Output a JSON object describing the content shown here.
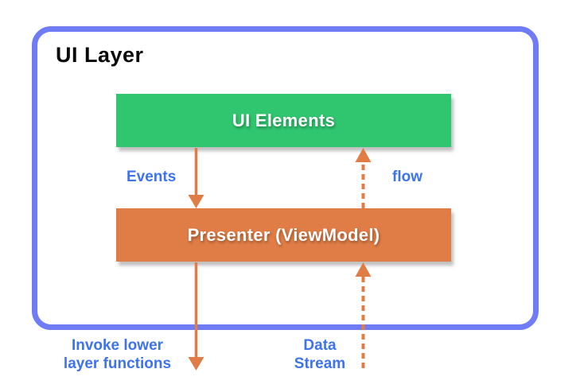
{
  "diagram": {
    "title": "UI Layer",
    "nodes": [
      {
        "id": "ui-elements",
        "label": "UI Elements",
        "fill": "#30c56f"
      },
      {
        "id": "presenter",
        "label": "Presenter (ViewModel)",
        "fill": "#e07c45"
      }
    ],
    "edges": [
      {
        "id": "events",
        "label": "Events",
        "style": "solid",
        "direction": "down",
        "from": "ui-elements",
        "to": "presenter"
      },
      {
        "id": "flow",
        "label": "flow",
        "style": "dashed",
        "direction": "up",
        "from": "presenter",
        "to": "ui-elements"
      },
      {
        "id": "invoke-lower",
        "label_line1": "Invoke lower",
        "label_line2": "layer functions",
        "style": "solid",
        "direction": "down",
        "from": "presenter",
        "to": "outside-lower-layer"
      },
      {
        "id": "data-stream",
        "label_line1": "Data",
        "label_line2": "Stream",
        "style": "dashed",
        "direction": "up",
        "from": "outside-lower-layer",
        "to": "presenter"
      }
    ],
    "colors": {
      "frame_border": "#6f7cf5",
      "edge_label_text": "#3d73ec",
      "arrow": "#e07c45",
      "node_green": "#30c56f",
      "node_orange": "#e07c45",
      "node_text": "#ffffff",
      "title_text": "#0a0a0a",
      "background": "#ffffff"
    }
  }
}
